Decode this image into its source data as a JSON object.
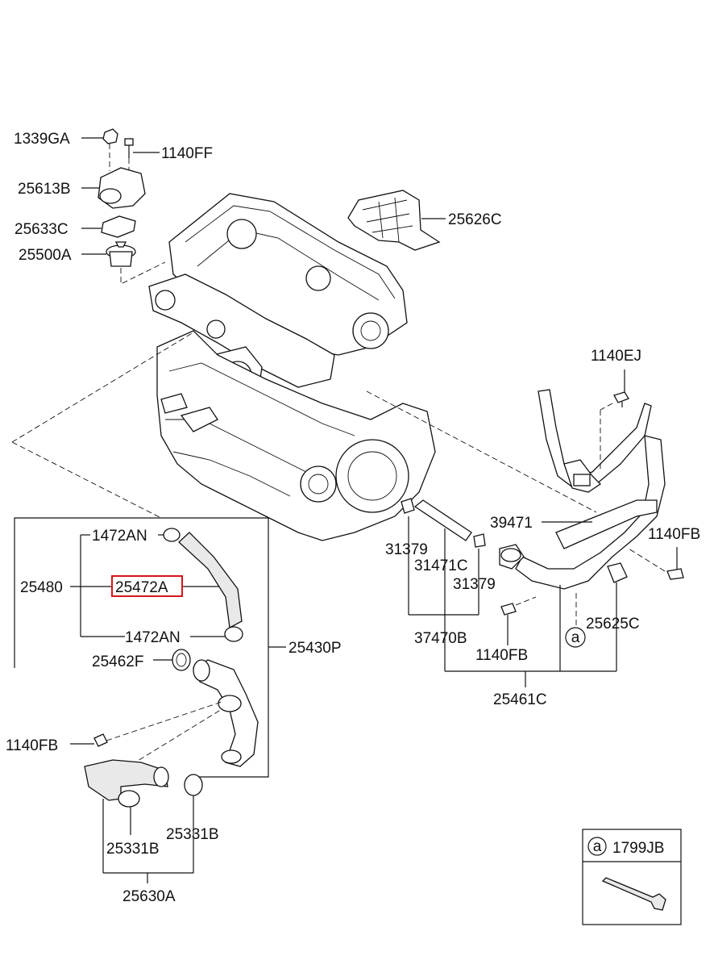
{
  "labels": {
    "p1339GA": "1339GA",
    "p1140FF": "1140FF",
    "p25613B": "25613B",
    "p25633C": "25633C",
    "p25500A": "25500A",
    "p25626C": "25626C",
    "p1140EJ": "1140EJ",
    "p39471": "39471",
    "p1140FB_right": "1140FB",
    "p31379_a": "31379",
    "p31471C": "31471C",
    "p31379_b": "31379",
    "p37470B": "37470B",
    "p1140FB_mid": "1140FB",
    "p25625C": "25625C",
    "p25461C": "25461C",
    "p1472AN_top": "1472AN",
    "p25480": "25480",
    "p25472A": "25472A",
    "p1472AN_bottom": "1472AN",
    "p25430P": "25430P",
    "p25462F": "25462F",
    "p1140FB_left": "1140FB",
    "p25331B_left": "25331B",
    "p25331B_right": "25331B",
    "p25630A": "25630A",
    "callout_a_main": "a"
  },
  "legend_box": {
    "marker": "a",
    "part_number": "1799JB"
  },
  "highlight": {
    "part_number": "25472A",
    "color": "#d8141a"
  }
}
